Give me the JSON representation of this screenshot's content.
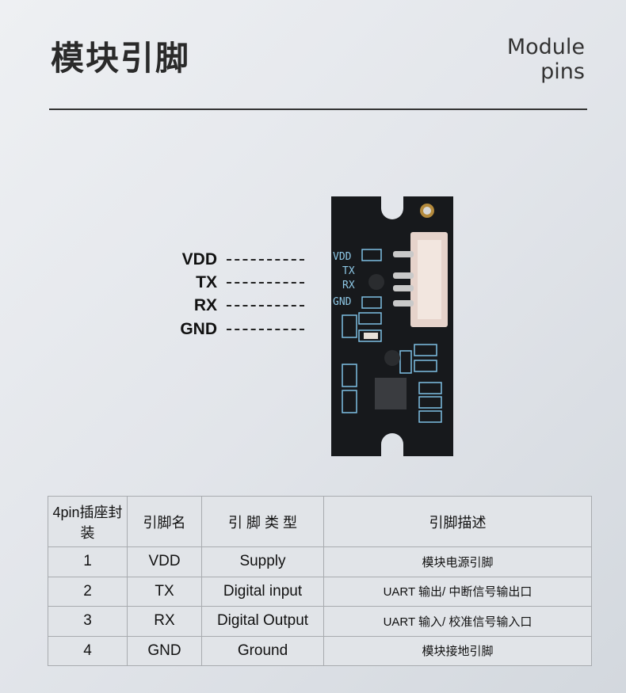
{
  "title": "模块引脚",
  "subtitle": {
    "line1": "Module",
    "line2": "pins"
  },
  "pins": [
    "VDD",
    "TX",
    "RX",
    "GND"
  ],
  "board_silk": [
    "VDD",
    "TX",
    "RX",
    "GND"
  ],
  "table": {
    "headers": [
      "4pin插座封装",
      "引脚名",
      "引 脚 类 型",
      "引脚描述"
    ],
    "rows": [
      [
        "1",
        "VDD",
        "Supply",
        "模块电源引脚"
      ],
      [
        "2",
        "TX",
        "Digital input",
        "UART  输出/ 中断信号输出口"
      ],
      [
        "3",
        "RX",
        "Digital Output",
        "UART  输入/ 校准信号输入口"
      ],
      [
        "4",
        "GND",
        "Ground",
        "模块接地引脚"
      ]
    ]
  }
}
